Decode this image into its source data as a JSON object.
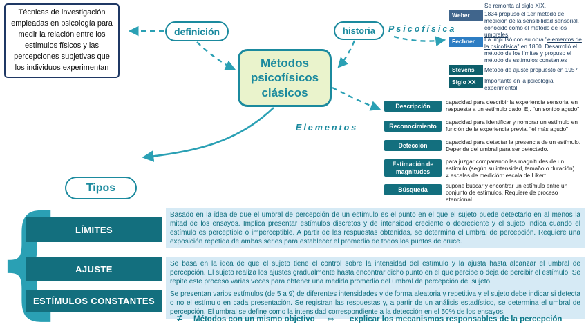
{
  "central": {
    "title": "Métodos psicofísicos clásicos"
  },
  "definition": {
    "label": "definición",
    "text": "Técnicas de investigación empleadas en psicología para medir la relación entre los estímulos físicos y las percepciones subjetivas que los individuos experimentan"
  },
  "history": {
    "label": "historia",
    "branch": "Psicofísica",
    "intro": "Se remonta al siglo XIX.",
    "entries": [
      {
        "name": "Weber",
        "text_pre": "1834 propuso el 1er método de medición de la sensibilidad sensorial, conocido como el método de los ",
        "text_link": "umbrales",
        "text_post": "."
      },
      {
        "name": "Fechner",
        "text_pre": "La impulsó con su obra \"",
        "text_link": "elementos de la psicofísica",
        "text_post": "\" en 1860. Desarrolló el método de los límites y propuso el método de estímulos constantes"
      },
      {
        "name": "Stevens",
        "text": "Método de ajuste propuesto en 1957"
      },
      {
        "name": "Siglo XX",
        "text": "Importante en la psicología experimental"
      }
    ]
  },
  "elements": {
    "branch": "Elementos",
    "items": [
      {
        "name": "Descripción",
        "text": "capacidad para describir la experiencia sensorial en respuesta a un estímulo dado. Ej. \"un sonido agudo\""
      },
      {
        "name": "Reconocimiento",
        "text": "capacidad para identificar y nombrar un estímulo en función de la experiencia previa. \"el más agudo\""
      },
      {
        "name": "Detección",
        "text": "capacidad para detectar la presencia de un estímulo. Depende del umbral para ser detectado."
      },
      {
        "name": "Estimación de magnitudes",
        "text": "para juzgar comparando las magnitudes de un estímulo (según su intensidad, tamaño o duración)",
        "note": "≠  escalas de medición: escala de Likert"
      },
      {
        "name": "Búsqueda",
        "text": "supone buscar y encontrar un estímulo entre un conjunto de estímulos. Requiere de proceso atencional"
      }
    ]
  },
  "types": {
    "label": "Tipos",
    "items": [
      {
        "name": "LÍMITES",
        "text": "Basado en la idea de que el umbral de percepción de un estímulo es el punto en el que el sujeto puede detectarlo en al menos la mitad de los ensayos. Implica presentar estímulos discretos y de intensidad creciente o decreciente y el sujeto indica cuando el estímulo es perceptible o imperceptible. A partir de las respuestas obtenidas, se determina el umbral de percepción. Requiere una exposición repetida de ambas series para establecer el promedio de todos los puntos de cruce."
      },
      {
        "name": "AJUSTE",
        "text": "Se basa en la idea de que el sujeto tiene el control sobre la intensidad del estímulo y la ajusta hasta alcanzar el umbral de percepción. El sujeto realiza los ajustes gradualmente hasta encontrar dicho punto en el que percibe o deja de percibir el estímulo. Se repite este proceso varias veces para obtener una medida promedio del umbral de percepción del sujeto."
      },
      {
        "name": "ESTÍMULOS CONSTANTES",
        "text": "Se presentan varios estímulos (de 5 a 9) de diferentes intensidades y de forma aleatoria y repetitiva y el sujeto debe indicar si detecta o no el estímulo en cada presentación. Se registran las respuestas y, a partir de un análisis estadístico, se determina el umbral de percepción. El umbral se define como la intensidad correspondiente a la detección en el 50% de los ensayos."
      }
    ]
  },
  "footer": {
    "neq": "≠",
    "left": "Métodos  con un mismo objetivo",
    "arrow": "⇔",
    "right": "explicar los mecanismos responsables de la percepción"
  },
  "colors": {
    "teal_accent": "#1b8a9e",
    "teal_box": "#136f7e",
    "arrow_teal": "#2aa0b4",
    "weber_blue": "#40658c",
    "fechner_blue": "#2d7dc3",
    "dark_teal": "#0d5f6b",
    "light_blue_bg": "#d6eaf5",
    "node_bg": "#eaf3cc",
    "navy_border": "#1f3864"
  }
}
